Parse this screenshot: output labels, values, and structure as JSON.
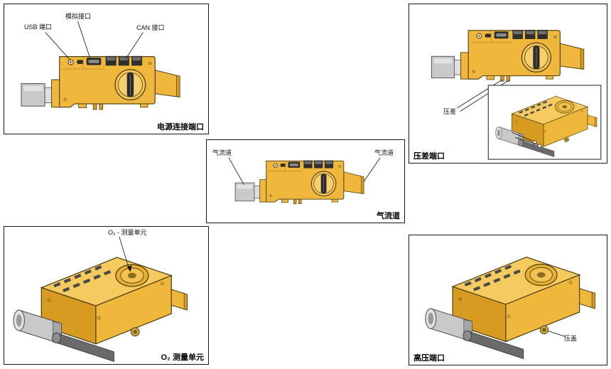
{
  "figure": {
    "type": "device-callout-diagram",
    "background": "#ffffff",
    "device_palette": {
      "body_yellow": "#EFB83D",
      "top_yellow": "#F5CA5E",
      "shade_yellow": "#D89B22",
      "connector_gray": "#C9C9C9",
      "dark_gray": "#6A6A6A",
      "port_dark": "#2E2E2E",
      "outline": "#4A3A10"
    }
  },
  "panels": {
    "power_ports": {
      "caption": "电源连接端口",
      "labels": {
        "usb": "USB 端口",
        "analog": "模拟接口",
        "can": "CAN 接口"
      }
    },
    "pressure_diff": {
      "caption": "压差端口",
      "labels": {
        "diff": "压差"
      }
    },
    "airflow": {
      "caption": "气流道",
      "labels": {
        "left": "气流道",
        "right": "气流道"
      }
    },
    "o2_unit": {
      "caption": "O₂ 测量单元",
      "labels": {
        "unit": "O₂ - 测量单元"
      }
    },
    "high_pressure": {
      "caption": "高压端口",
      "labels": {
        "cap": "压盖"
      }
    }
  }
}
